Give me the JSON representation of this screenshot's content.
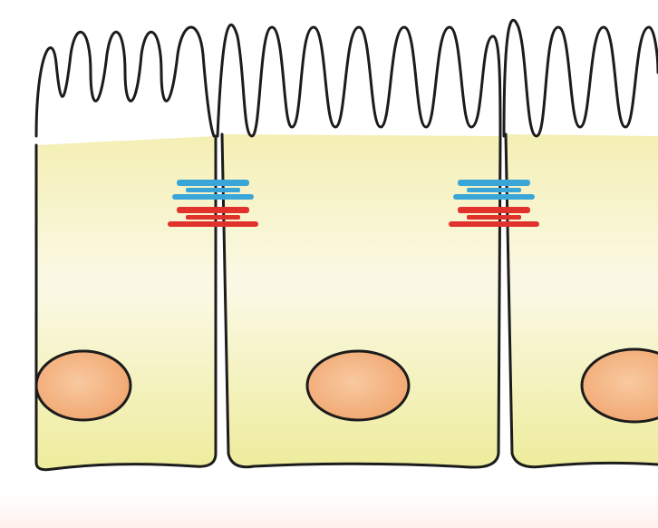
{
  "diagram": {
    "cell_count_visible": 3,
    "nuclei_visible": 3,
    "junction_pairs_visible": 2,
    "colors": {
      "background": "#ffffff",
      "cytoplasm_top": "#f4efb4",
      "cytoplasm_mid": "#fbf9e6",
      "cytoplasm_bottom": "#eeec9c",
      "membrane": "#1c1c1c",
      "nucleus_fill": "#f1a66f",
      "nucleus_highlight": "#f8c9a0",
      "junction_tight": "#3aa6d8",
      "junction_adherens": "#e0312b",
      "bottom_haze": "#fff0ea"
    }
  }
}
